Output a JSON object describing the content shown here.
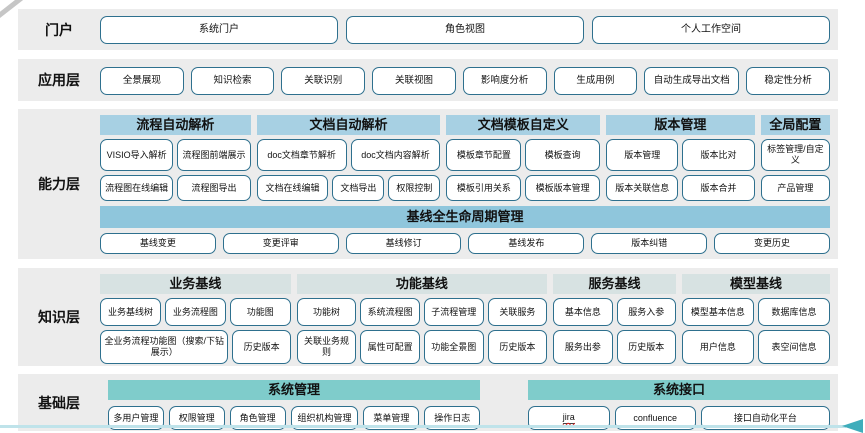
{
  "colors": {
    "band_background": "#ececec",
    "box_border": "#2e708e",
    "capability_header": "#a7d0e3",
    "baseline_band": "#8fc6dc",
    "knowledge_header": "#d7e2e2",
    "base_header": "#7fcccb",
    "bottom_line": "#bfe3ea",
    "bottom_arrow": "#3fadbb",
    "misspell_underline": "#e02020"
  },
  "layers": {
    "portal": {
      "label": "门户",
      "buttons": [
        "系统门户",
        "角色视图",
        "个人工作空间"
      ]
    },
    "app": {
      "label": "应用层",
      "buttons": [
        "全景展现",
        "知识检索",
        "关联识别",
        "关联视图",
        "影响度分析",
        "生成用例",
        {
          "t": "自动生成导出文档",
          "flex": 1.15
        },
        "稳定性分析"
      ]
    },
    "capability": {
      "label": "能力层",
      "groups": [
        {
          "header": "流程自动解析",
          "flex": 150,
          "rows": [
            [
              "VISIO导入解析",
              "流程图前端展示"
            ],
            [
              "流程图在线编辑",
              "流程图导出"
            ]
          ]
        },
        {
          "header": "文档自动解析",
          "flex": 183,
          "rows": [
            [
              "doc文档章节解析",
              "doc文档内容解析"
            ],
            [
              {
                "t": "文档在线编辑",
                "flex": 1.45
              },
              "文档导出",
              "权限控制"
            ]
          ]
        },
        {
          "header": "文档模板自定义",
          "flex": 153,
          "rows": [
            [
              "模板章节配置",
              "模板查询"
            ],
            [
              "模板引用关系",
              "模板版本管理"
            ]
          ]
        },
        {
          "header": "版本管理",
          "flex": 148,
          "rows": [
            [
              "版本管理",
              "版本比对"
            ],
            [
              "版本关联信息",
              "版本合并"
            ]
          ]
        },
        {
          "header": "全局配置",
          "flex": 69,
          "rows": [
            [
              "标签管理/自定义"
            ],
            [
              "产品管理"
            ]
          ]
        }
      ],
      "baseline": {
        "header": "基线全生命周期管理",
        "buttons": [
          "基线变更",
          "变更评审",
          "基线修订",
          "基线发布",
          "版本纠错",
          "变更历史"
        ]
      }
    },
    "knowledge": {
      "label": "知识层",
      "groups": [
        {
          "header": "业务基线",
          "flex": 188,
          "rows": [
            [
              "业务基线树",
              "业务流程图",
              "功能图"
            ],
            [
              {
                "t": "全业务流程功能图（搜索/下钻展示）",
                "flex": 2.4
              },
              "历史版本"
            ]
          ]
        },
        {
          "header": "功能基线",
          "flex": 247,
          "rows": [
            [
              "功能树",
              "系统流程图",
              "子流程管理",
              "关联服务"
            ],
            [
              "关联业务规则",
              "属性可配置",
              "功能全景图",
              "历史版本"
            ]
          ]
        },
        {
          "header": "服务基线",
          "flex": 121,
          "rows": [
            [
              "基本信息",
              "服务入参"
            ],
            [
              "服务出参",
              "历史版本"
            ]
          ]
        },
        {
          "header": "模型基线",
          "flex": 146,
          "rows": [
            [
              "模型基本信息",
              "数据库信息"
            ],
            [
              "用户信息",
              "表空间信息"
            ]
          ]
        }
      ]
    },
    "base": {
      "label": "基础层",
      "groups": [
        {
          "header": "系统管理",
          "flex": 371,
          "buttons": [
            "多用户管理",
            "权限管理",
            "角色管理",
            {
              "t": "组织机构管理",
              "flex": 1.25
            },
            "菜单管理",
            "操作日志"
          ]
        },
        {
          "header": "系统接口",
          "flex": 301,
          "buttons": [
            {
              "t": "jira",
              "misspelled": true
            },
            "confluence",
            {
              "t": "接口自动化平台",
              "flex": 1.65
            }
          ]
        }
      ]
    }
  }
}
